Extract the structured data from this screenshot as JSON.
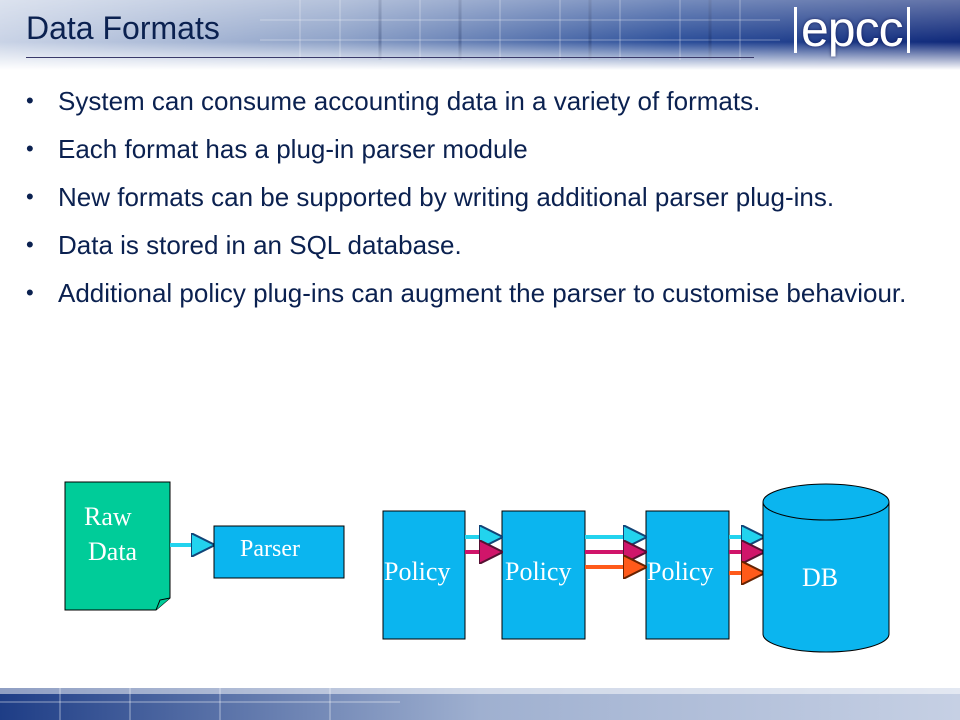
{
  "slide": {
    "title": "Data Formats",
    "logo": "epcc",
    "bullets": [
      "System can consume accounting data in a variety of formats.",
      "Each format has a plug-in parser module",
      "New formats can be supported by writing additional parser plug-ins.",
      "Data is stored in an SQL database.",
      "Additional policy plug-ins can augment the parser to customise behaviour."
    ],
    "bullet_glyph": "•"
  },
  "diagram": {
    "raw_data_line1": "Raw",
    "raw_data_line2": "Data",
    "parser": "Parser",
    "policy_1": "Policy",
    "policy_2": "Policy",
    "policy_3": "Policy",
    "db": "DB"
  },
  "colors": {
    "title_text": "#0b2150",
    "raw_data_fill": "#00cc99",
    "box_fill": "#0bb5ef",
    "arrow_cyan": "#22d3ee",
    "arrow_magenta": "#d0156a",
    "arrow_orange": "#ff5a1a",
    "header_blue": "#1b3f8f"
  }
}
